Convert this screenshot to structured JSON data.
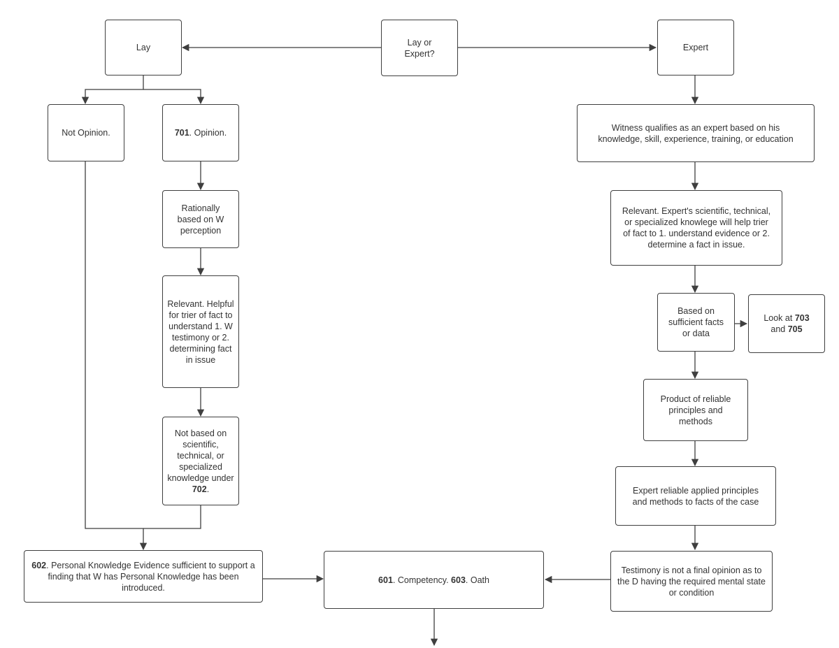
{
  "nodes": {
    "lay_or_expert": {
      "text": "Lay or Expert?"
    },
    "lay": {
      "text": "Lay"
    },
    "expert": {
      "text": "Expert"
    },
    "not_opinion": {
      "text": "Not Opinion."
    },
    "opinion_701": {
      "rule": "701",
      "text": ". Opinion."
    },
    "rationally_based": {
      "text": "Rationally based on W perception"
    },
    "relevant_lay": {
      "text": "Relevant. Helpful for trier of fact to understand 1. W testimony or 2. determining fact in issue"
    },
    "not_scientific": {
      "text": "Not based on scientific, technical, or specialized knowledge under ",
      "rule": "702",
      "suffix": "."
    },
    "witness_qualifies": {
      "text": "Witness qualifies as an expert based on his knowledge, skill, experience, training, or education"
    },
    "relevant_expert": {
      "text": "Relevant. Expert's scientific, technical, or specialized knowlege will help trier of fact to 1. understand evidence or 2. determine a fact in issue."
    },
    "sufficient_facts": {
      "text": "Based on sufficient facts or data"
    },
    "look_at": {
      "text": "Look at ",
      "rule_a": "703",
      "mid": " and ",
      "rule_b": "705"
    },
    "reliable_principles": {
      "text": "Product of reliable principles and methods"
    },
    "reliably_applied": {
      "text": "Expert reliable applied principles and methods to facts of the case"
    },
    "final_opinion": {
      "text": "Testimony is not a final opinion as to the D having the required mental state or condition"
    },
    "personal_knowledge": {
      "rule": "602",
      "text": ". Personal Knowledge  Evidence sufficient to support a finding that W has Personal Knowledge has been introduced."
    },
    "competency": {
      "rule_a": "601",
      "text_a": ". Competency. ",
      "rule_b": "603",
      "text_b": ". Oath"
    }
  },
  "colors": {
    "stroke": "#3f3f3f",
    "text": "#333333",
    "background": "#ffffff"
  }
}
